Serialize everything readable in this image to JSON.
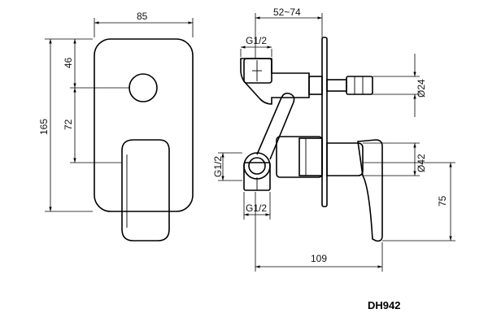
{
  "model_code": "DH942",
  "front_view": {
    "width_label": "85",
    "height_label": "165",
    "upper_label": "46",
    "mid_label": "72"
  },
  "side_view": {
    "depth_range_label": "52~74",
    "thread_top_label": "G1/2",
    "thread_side_label": "G1/2",
    "thread_bottom_label": "G1/2",
    "pipe_diameter_label": "Ø24",
    "escutcheon_diameter_label": "Ø42",
    "lever_height_label": "75",
    "total_depth_label": "109"
  }
}
